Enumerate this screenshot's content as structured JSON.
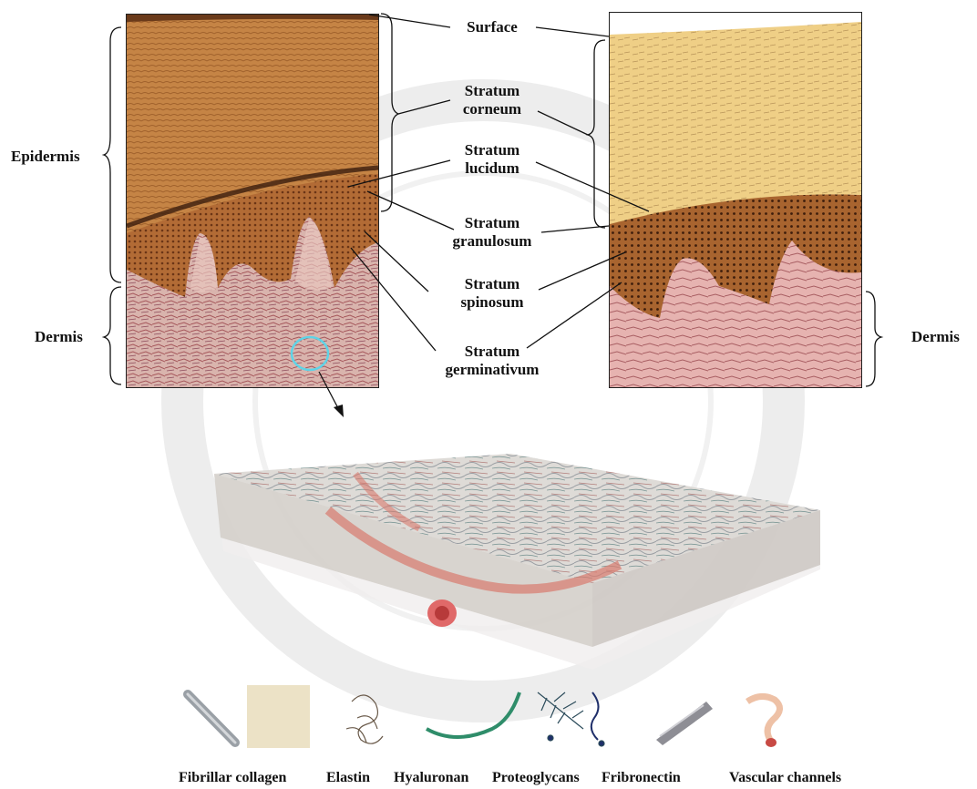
{
  "labels": {
    "surface": "Surface",
    "corneum_1": "Stratum",
    "corneum_2": "corneum",
    "lucidum_1": "Stratum",
    "lucidum_2": "lucidum",
    "granulosum_1": "Stratum",
    "granulosum_2": "granulosum",
    "spinosum_1": "Stratum",
    "spinosum_2": "spinosum",
    "germinativum_1": "Stratum",
    "germinativum_2": "germinativum"
  },
  "side_labels": {
    "epidermis": "Epidermis",
    "dermis_left": "Dermis",
    "dermis_right": "Dermis"
  },
  "components": [
    "Fibrillar collagen",
    "Elastin",
    "Hyaluronan",
    "Proteoglycans",
    "Fribronectin",
    "Vascular channels"
  ],
  "colors": {
    "left_epidermis": "#b8743a",
    "left_corneum": "#c98a4a",
    "left_dermis": "#d8b0ac",
    "right_corneum": "#efcf86",
    "right_granular": "#9a5628",
    "right_dermis": "#e4aeac",
    "circle": "#5fd3e6",
    "watermark": "#e6e6e6"
  }
}
